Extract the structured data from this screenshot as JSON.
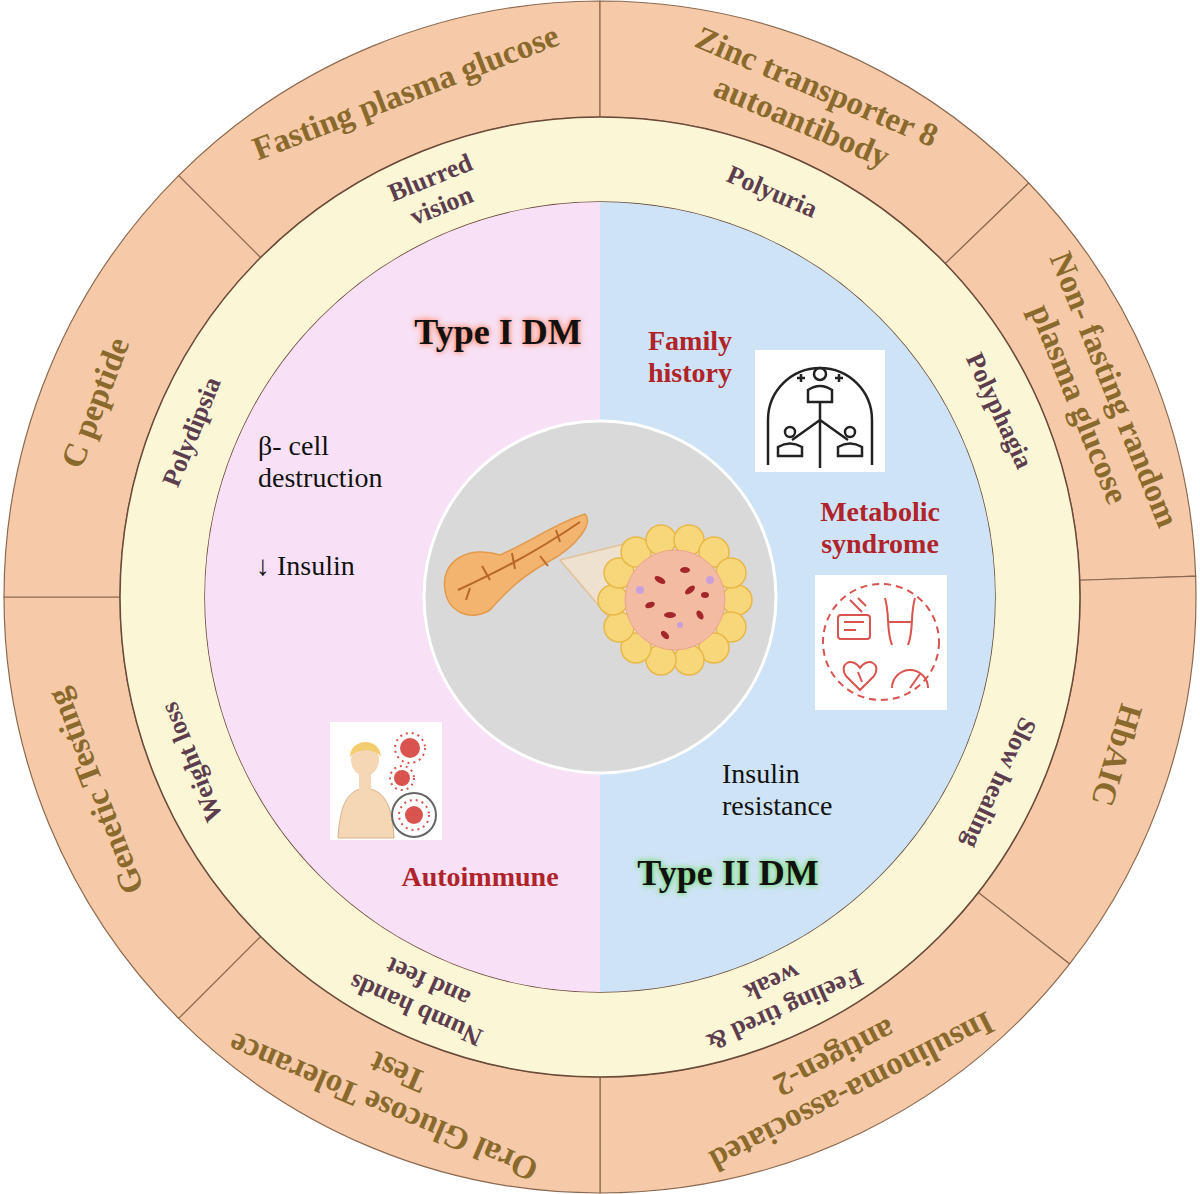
{
  "diagram": {
    "nodes": [
      {
        "text": [
          "Fasting plasma glucose"
        ]
      },
      {
        "text": [
          "Zinc transporter 8 autoantibody"
        ]
      },
      {
        "text": [
          "Non- fasting random plasma glucose"
        ]
      },
      {
        "text": [
          "HbAIC"
        ]
      },
      {
        "text": [
          "Insulinoma-associated antigen-2"
        ]
      },
      {
        "text": [
          "Oral Glucose Tolerance Test"
        ]
      },
      {
        "text": [
          "Genetic Testing"
        ]
      },
      {
        "text": [
          "C peptide"
        ]
      },
      {
        "text": [
          "Blurred vision",
          "Polyuria",
          "Polyphagia",
          "Slow healing",
          "Feeling tired & weak",
          "Numb hands and feet",
          "Weight loss",
          "Polydipsia"
        ]
      },
      {
        "text": [
          "Type I DM",
          "β- cell destruction",
          "↓ Insulin",
          "Autoimmune"
        ],
        "in": 8
      },
      {
        "text": [
          "Family history",
          "Metabolic syndrome",
          "Insulin resistance",
          "Type II DM"
        ],
        "in": 8
      }
    ]
  }
}
